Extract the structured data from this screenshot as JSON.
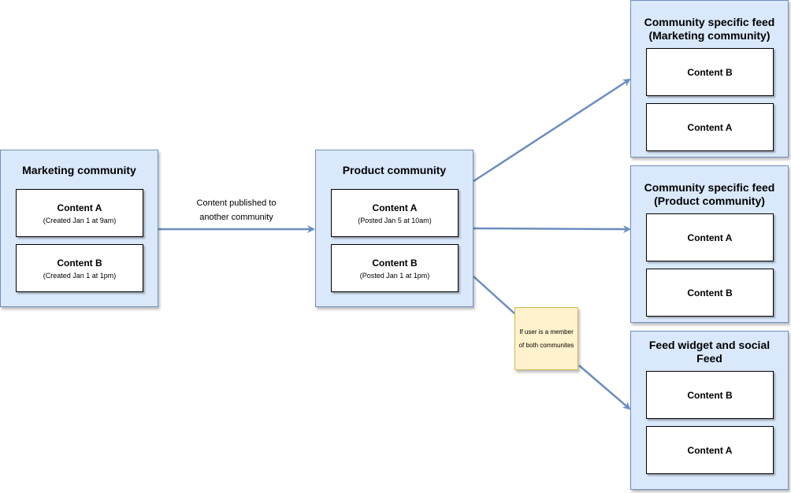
{
  "marketing": {
    "title": "Marketing community",
    "content_a": {
      "title": "Content A",
      "sub": "(Created Jan 1 at 9am)"
    },
    "content_b": {
      "title": "Content B",
      "sub": "(Created Jan 1 at 1pm)"
    }
  },
  "edge_label": "Content published to another community",
  "product": {
    "title": "Product community",
    "content_a": {
      "title": "Content A",
      "sub": "(Posted Jan 5 at 10am)"
    },
    "content_b": {
      "title": "Content B",
      "sub": "(Posted  Jan 1 at 1pm)"
    }
  },
  "feed_marketing": {
    "title": "Community specific feed (Marketing community)",
    "item1": "Content B",
    "item2": "Content A"
  },
  "feed_product": {
    "title": "Community specific feed (Product community)",
    "item1": "Content A",
    "item2": "Content B"
  },
  "feed_social": {
    "title": "Feed widget and social Feed",
    "item1": "Content B",
    "item2": "Content A"
  },
  "note": "If user is a member of both communites",
  "colors": {
    "container_fill": "#dae8fc",
    "container_border": "#6c8ebf",
    "note_fill": "#fff2cc",
    "arrow": "#6c8ebf"
  }
}
